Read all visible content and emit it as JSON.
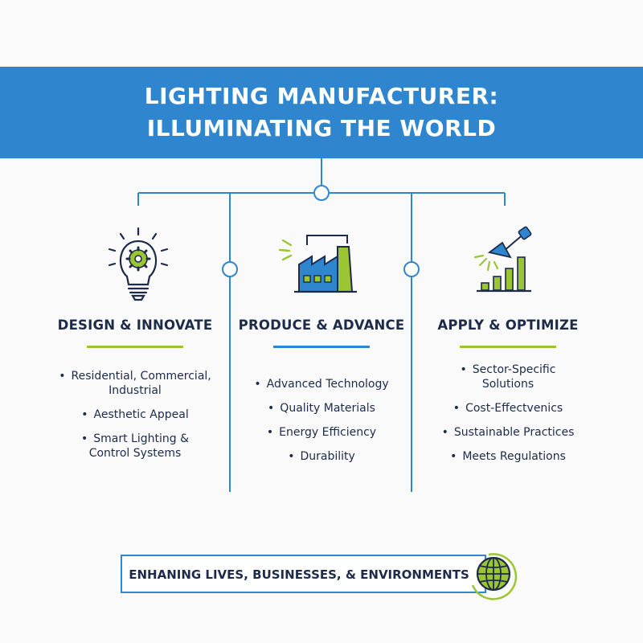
{
  "header": {
    "title_line1": "LIGHTING MANUFACTURER:",
    "title_line2": "ILLUMINATING THE WORLD"
  },
  "columns": [
    {
      "title": "DESIGN & INNOVATE",
      "icon": "lightbulb-gear-icon",
      "items": [
        {
          "line1": "Residential, Commercial,",
          "line2": "Industrial"
        },
        {
          "line1": "Aesthetic Appeal",
          "line2": ""
        },
        {
          "line1": "Smart Lighting &",
          "line2": "Control Systems"
        }
      ]
    },
    {
      "title": "PRODUCE & ADVANCE",
      "icon": "factory-icon",
      "items": [
        {
          "line1": "Advanced Technology",
          "line2": ""
        },
        {
          "line1": "Quality Materials",
          "line2": ""
        },
        {
          "line1": "Energy Efficiency",
          "line2": ""
        },
        {
          "line1": "Durability",
          "line2": ""
        }
      ]
    },
    {
      "title": "APPLY & OPTIMIZE",
      "icon": "lamp-bar-chart-icon",
      "items": [
        {
          "line1": "Sector-Specific",
          "line2": "Solutions"
        },
        {
          "line1": "Cost-Effectvenics",
          "line2": ""
        },
        {
          "line1": "Sustainable Practices",
          "line2": ""
        },
        {
          "line1": "Meets Regulations",
          "line2": ""
        }
      ]
    }
  ],
  "footer": {
    "text": "ENHANING LIVES, BUSINESSES, & ENVIRONMENTS",
    "icon": "globe-icon"
  },
  "colors": {
    "primary_blue": "#2f86cf",
    "accent_green": "#9bc631",
    "navy_text": "#1c2b4a"
  }
}
